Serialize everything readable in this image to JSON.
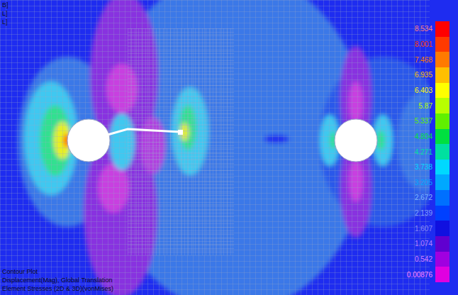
{
  "diagram": {
    "labels": [
      "B]",
      "L]",
      "L]",
      "Contour Plot",
      "Displacement(Mag), Global Translation",
      "Element Stresses (2D & 3D)(vonMises)"
    ],
    "legend": [
      {
        "text": "8.534",
        "color": "#ff0000"
      },
      {
        "text": "8.001",
        "color": "#ff3a00"
      },
      {
        "text": "7.468",
        "color": "#ff7a00"
      },
      {
        "text": "6.935",
        "color": "#ffbf00"
      },
      {
        "text": "6.403",
        "color": "#ffff00"
      },
      {
        "text": "5.87",
        "color": "#b8ff00"
      },
      {
        "text": "5.337",
        "color": "#60f000"
      },
      {
        "text": "4.804",
        "color": "#00e040"
      },
      {
        "text": "4.271",
        "color": "#00e0a0"
      },
      {
        "text": "3.738",
        "color": "#00d8ff"
      },
      {
        "text": "3.205",
        "color": "#00a8ff"
      },
      {
        "text": "2.672",
        "color": "#0070ff"
      },
      {
        "text": "2.139",
        "color": "#0040ff"
      },
      {
        "text": "1.607",
        "color": "#1010e0"
      },
      {
        "text": "1.074",
        "color": "#6000d0"
      },
      {
        "text": "0.542",
        "color": "#a000e0"
      },
      {
        "text": "0.00876",
        "color": "#e000e0"
      }
    ]
  }
}
